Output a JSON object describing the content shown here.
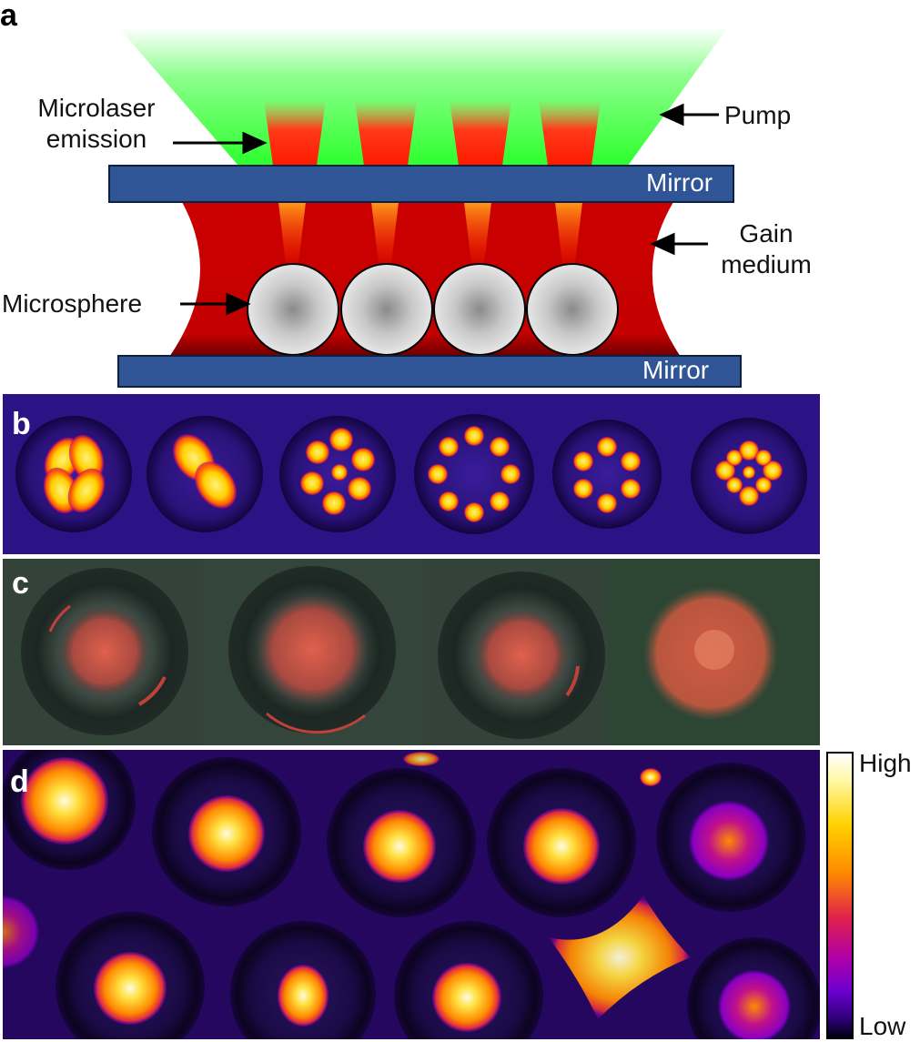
{
  "panels": {
    "a": {
      "letter": "a",
      "labels": {
        "microlaser_line1": "Microlaser",
        "microlaser_line2": "emission",
        "pump": "Pump",
        "mirror_top": "Mirror",
        "gain_line1": "Gain",
        "gain_line2": "medium",
        "microsphere": "Microsphere",
        "mirror_bottom": "Mirror"
      },
      "microsphere_count": 4,
      "emission_beam_count": 4
    },
    "b": {
      "letter": "b",
      "image_count": 6
    },
    "c": {
      "letter": "c",
      "image_count": 4
    },
    "d": {
      "letter": "d"
    }
  },
  "colorbar": {
    "high": "High",
    "low": "Low"
  },
  "colors": {
    "mirror": "#2f5597",
    "pump": "#3aff3a",
    "gain_medium": "#d40000",
    "emission": "#ff2a00",
    "sphere": "#d9d9d9",
    "false_color_low": "#0a0030",
    "false_color_mid": "#7a00c8",
    "false_color_high": "#ffe040"
  }
}
